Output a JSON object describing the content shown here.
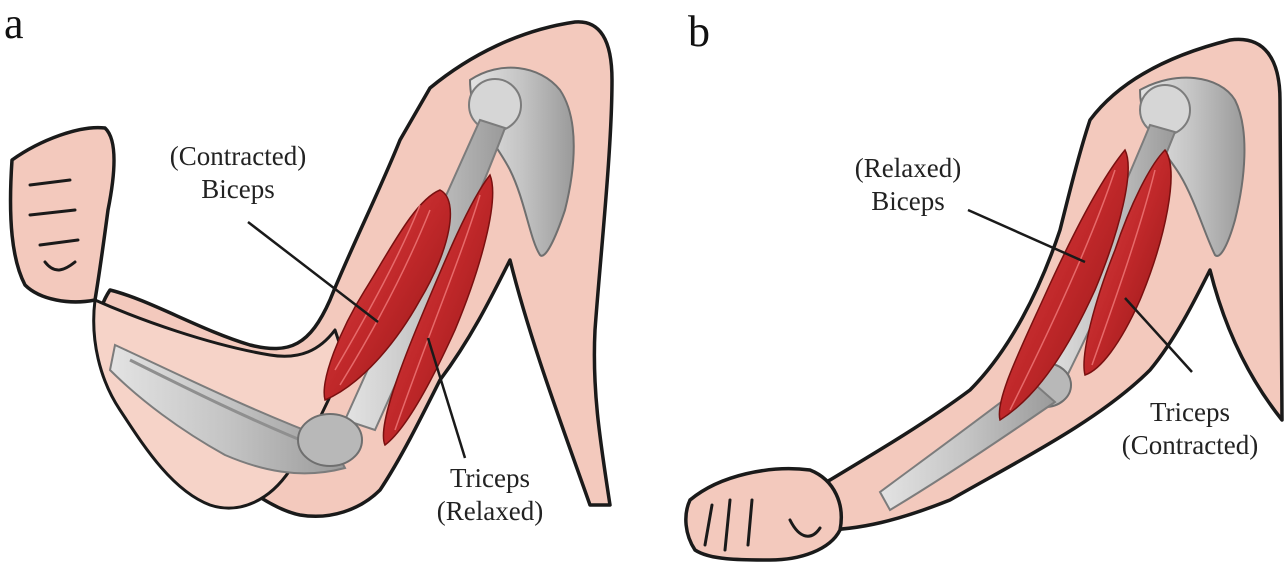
{
  "panels": [
    {
      "letter": "a",
      "biceps_state": "(Contracted)",
      "biceps_name": "Biceps",
      "triceps_name": "Triceps",
      "triceps_state": "(Relaxed)"
    },
    {
      "letter": "b",
      "biceps_state": "(Relaxed)",
      "biceps_name": "Biceps",
      "triceps_name": "Triceps",
      "triceps_state": "(Contracted)"
    }
  ],
  "colors": {
    "skin": "#f3c9bd",
    "skin_light": "#f9ddd4",
    "outline": "#1a1a1a",
    "bone": "#c9c9c9",
    "bone_dark": "#8f8f8f",
    "muscle": "#c0282a",
    "muscle_dark": "#8e1414"
  }
}
